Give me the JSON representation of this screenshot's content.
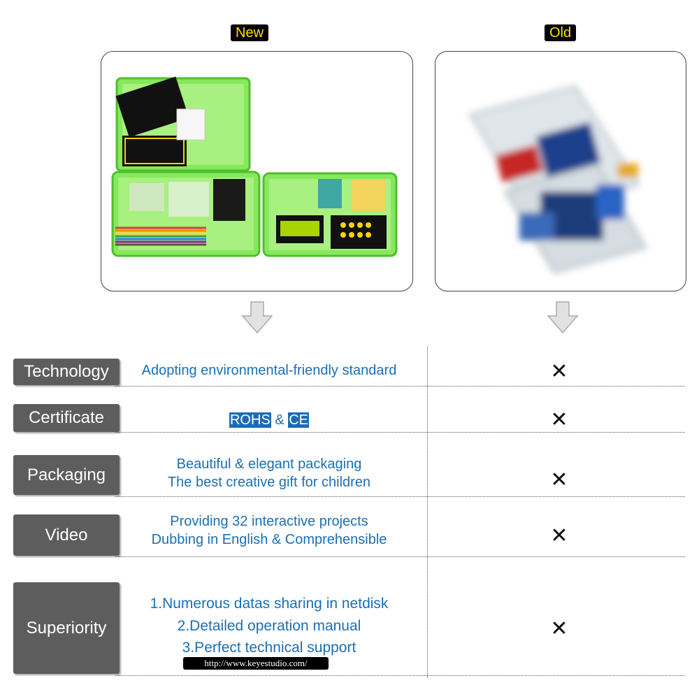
{
  "header": {
    "new_label": "New",
    "old_label": "Old"
  },
  "rows": [
    {
      "label": "Technology",
      "lines": [
        "Adopting environmental-friendly standard"
      ],
      "old_mark": "✕"
    },
    {
      "label": "Certificate",
      "cert": {
        "a": "ROHS",
        "sep": "&",
        "b": "CE"
      },
      "old_mark": "✕"
    },
    {
      "label": "Packaging",
      "lines": [
        "Beautiful & elegant packaging",
        "The best creative gift for children"
      ],
      "old_mark": "✕"
    },
    {
      "label": "Video",
      "lines": [
        "Providing 32 interactive projects",
        "Dubbing in English & Comprehensible"
      ],
      "old_mark": "✕"
    },
    {
      "label": "Superiority",
      "lines": [
        "1.Numerous datas sharing in netdisk",
        "2.Detailed operation manual",
        "3.Perfect technical support"
      ],
      "old_mark": "✕"
    }
  ],
  "url": "http://www.keyestudio.com/",
  "colors": {
    "tag_bg": "#000000",
    "tag_text": "#ffe000",
    "label_bg": "#5d5d5d",
    "feature_text": "#1b6fb3",
    "cert_bg": "#1c6bb6",
    "kit_green": "#7be04a"
  }
}
